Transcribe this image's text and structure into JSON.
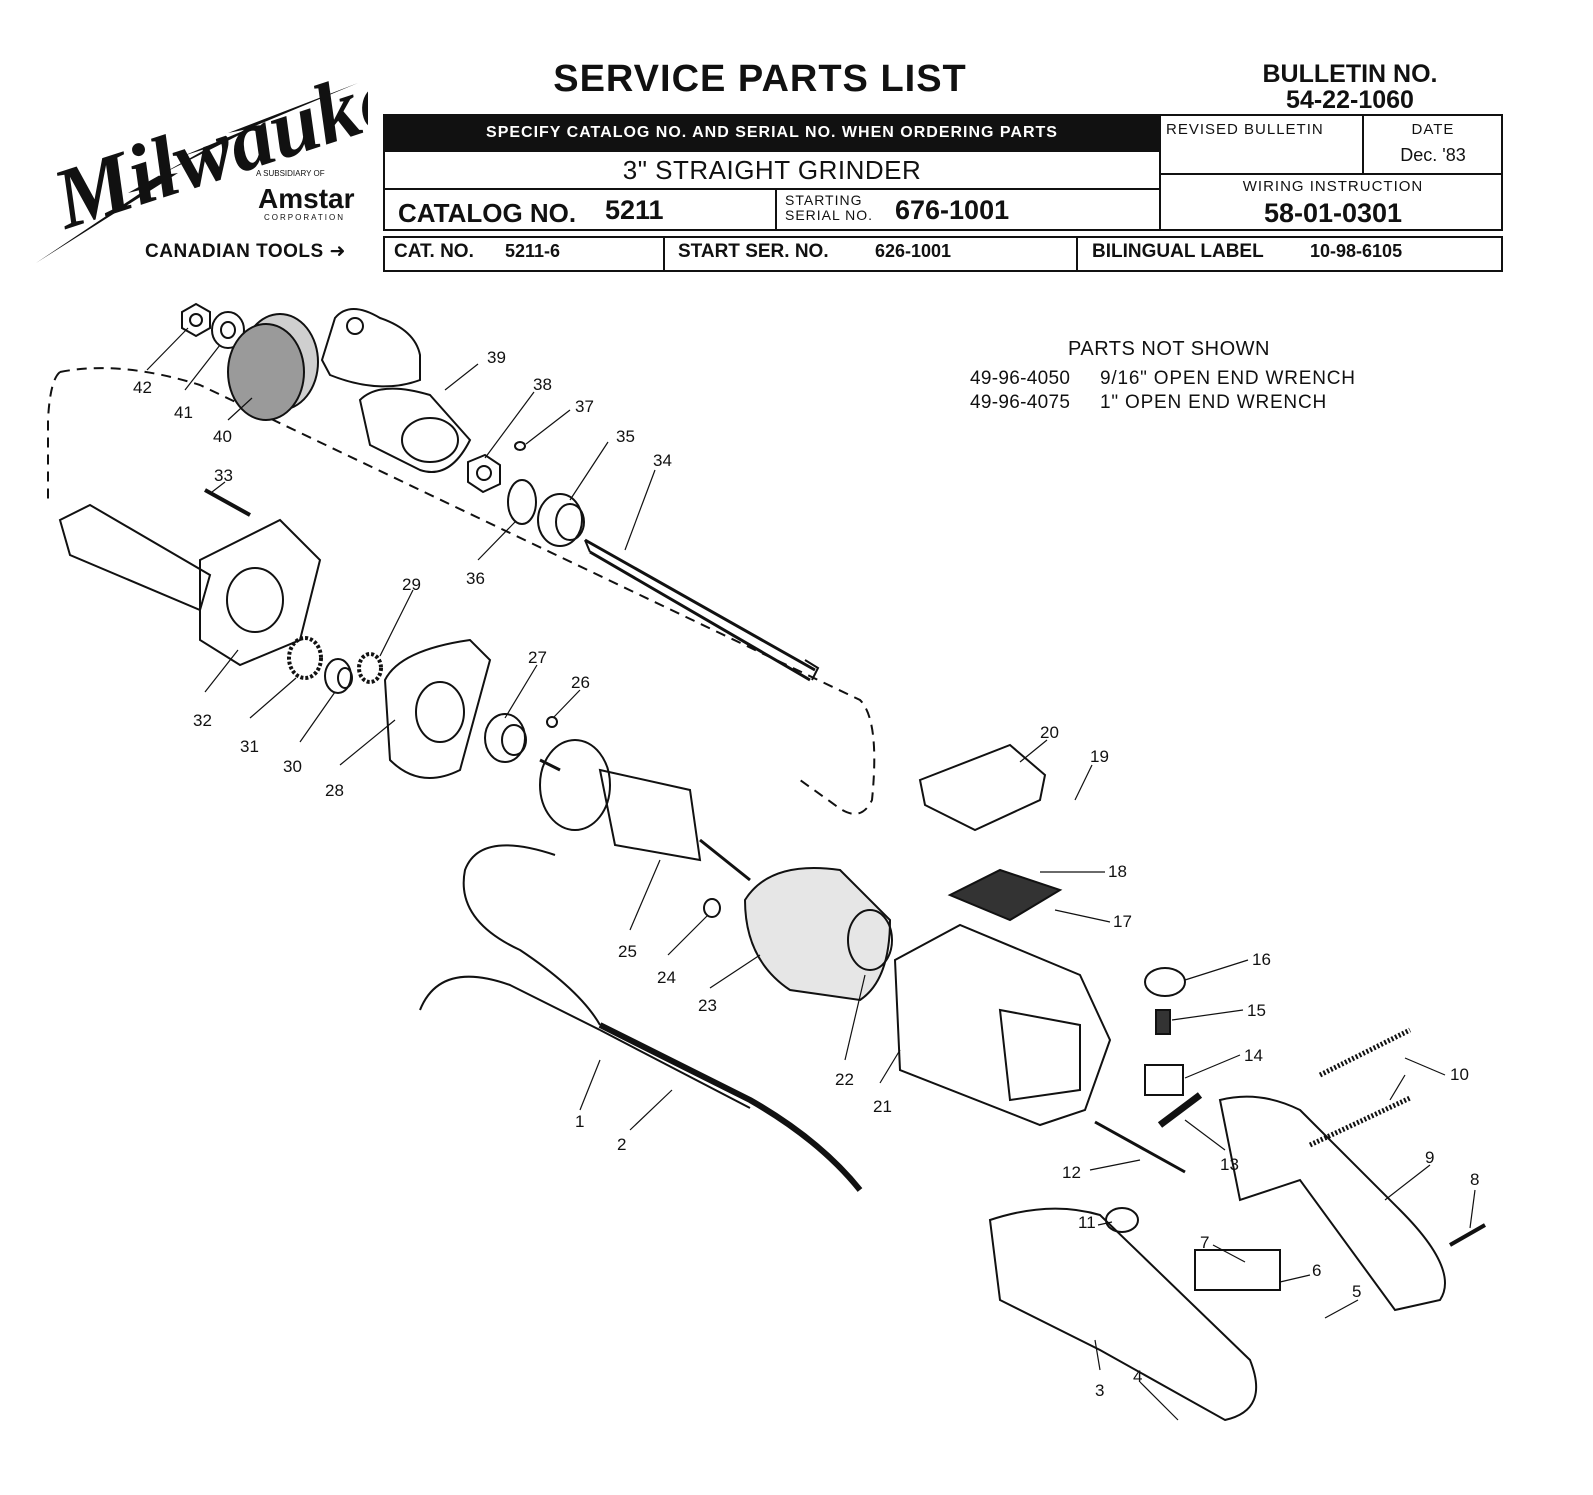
{
  "header": {
    "title": "SERVICE PARTS LIST",
    "bulletin_label": "BULLETIN NO.",
    "bulletin_no": "54-22-1060",
    "specify_note": "SPECIFY CATALOG NO. AND SERIAL NO. WHEN ORDERING PARTS",
    "product_name": "3\" STRAIGHT GRINDER",
    "catalog_label": "CATALOG NO.",
    "catalog_no": "5211",
    "starting_label": "STARTING",
    "serial_label": "SERIAL NO.",
    "serial_no": "676-1001",
    "revised_label": "REVISED BULLETIN",
    "date_label": "DATE",
    "date_value": "Dec. '83",
    "wiring_label": "WIRING INSTRUCTION",
    "wiring_no": "58-01-0301"
  },
  "logo": {
    "brand": "Milwaukee",
    "subsidiary": "A SUBSIDIARY OF",
    "parent": "Amstar",
    "corporation": "CORPORATION"
  },
  "canadian": {
    "label": "CANADIAN TOOLS",
    "cat_label": "CAT. NO.",
    "cat_no": "5211-6",
    "start_label": "START SER. NO.",
    "start_no": "626-1001",
    "bilingual_label": "BILINGUAL LABEL",
    "bilingual_no": "10-98-6105"
  },
  "parts_not_shown": {
    "title": "PARTS NOT SHOWN",
    "items": [
      {
        "number": "49-96-4050",
        "description": "9/16\" OPEN END WRENCH"
      },
      {
        "number": "49-96-4075",
        "description": "1\" OPEN END WRENCH"
      }
    ]
  },
  "callouts": [
    "1",
    "2",
    "3",
    "4",
    "5",
    "6",
    "7",
    "8",
    "9",
    "10",
    "11",
    "12",
    "13",
    "14",
    "15",
    "16",
    "17",
    "18",
    "19",
    "20",
    "21",
    "22",
    "23",
    "24",
    "25",
    "26",
    "27",
    "28",
    "29",
    "30",
    "31",
    "32",
    "33",
    "34",
    "35",
    "36",
    "37",
    "38",
    "39",
    "40",
    "41",
    "42"
  ],
  "colors": {
    "ink": "#111111",
    "paper": "#ffffff"
  }
}
